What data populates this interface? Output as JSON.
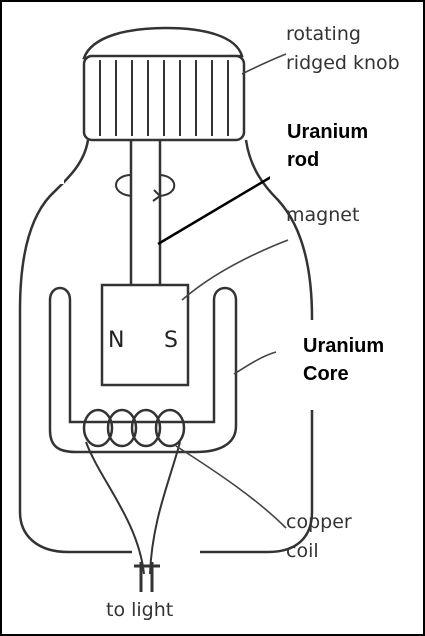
{
  "labels": {
    "knob": [
      "rotating",
      "ridged knob"
    ],
    "uranium_rod": [
      "Uranium",
      "rod"
    ],
    "magnet": "magnet",
    "north_pole": "N",
    "south_pole": "S",
    "uranium_core": [
      "Uranium",
      "Core"
    ],
    "coil": [
      "copper",
      "coil"
    ],
    "output": "to light"
  },
  "colors": {
    "ink": "#333333",
    "paper": "#ffffff",
    "frame": "#000000"
  }
}
